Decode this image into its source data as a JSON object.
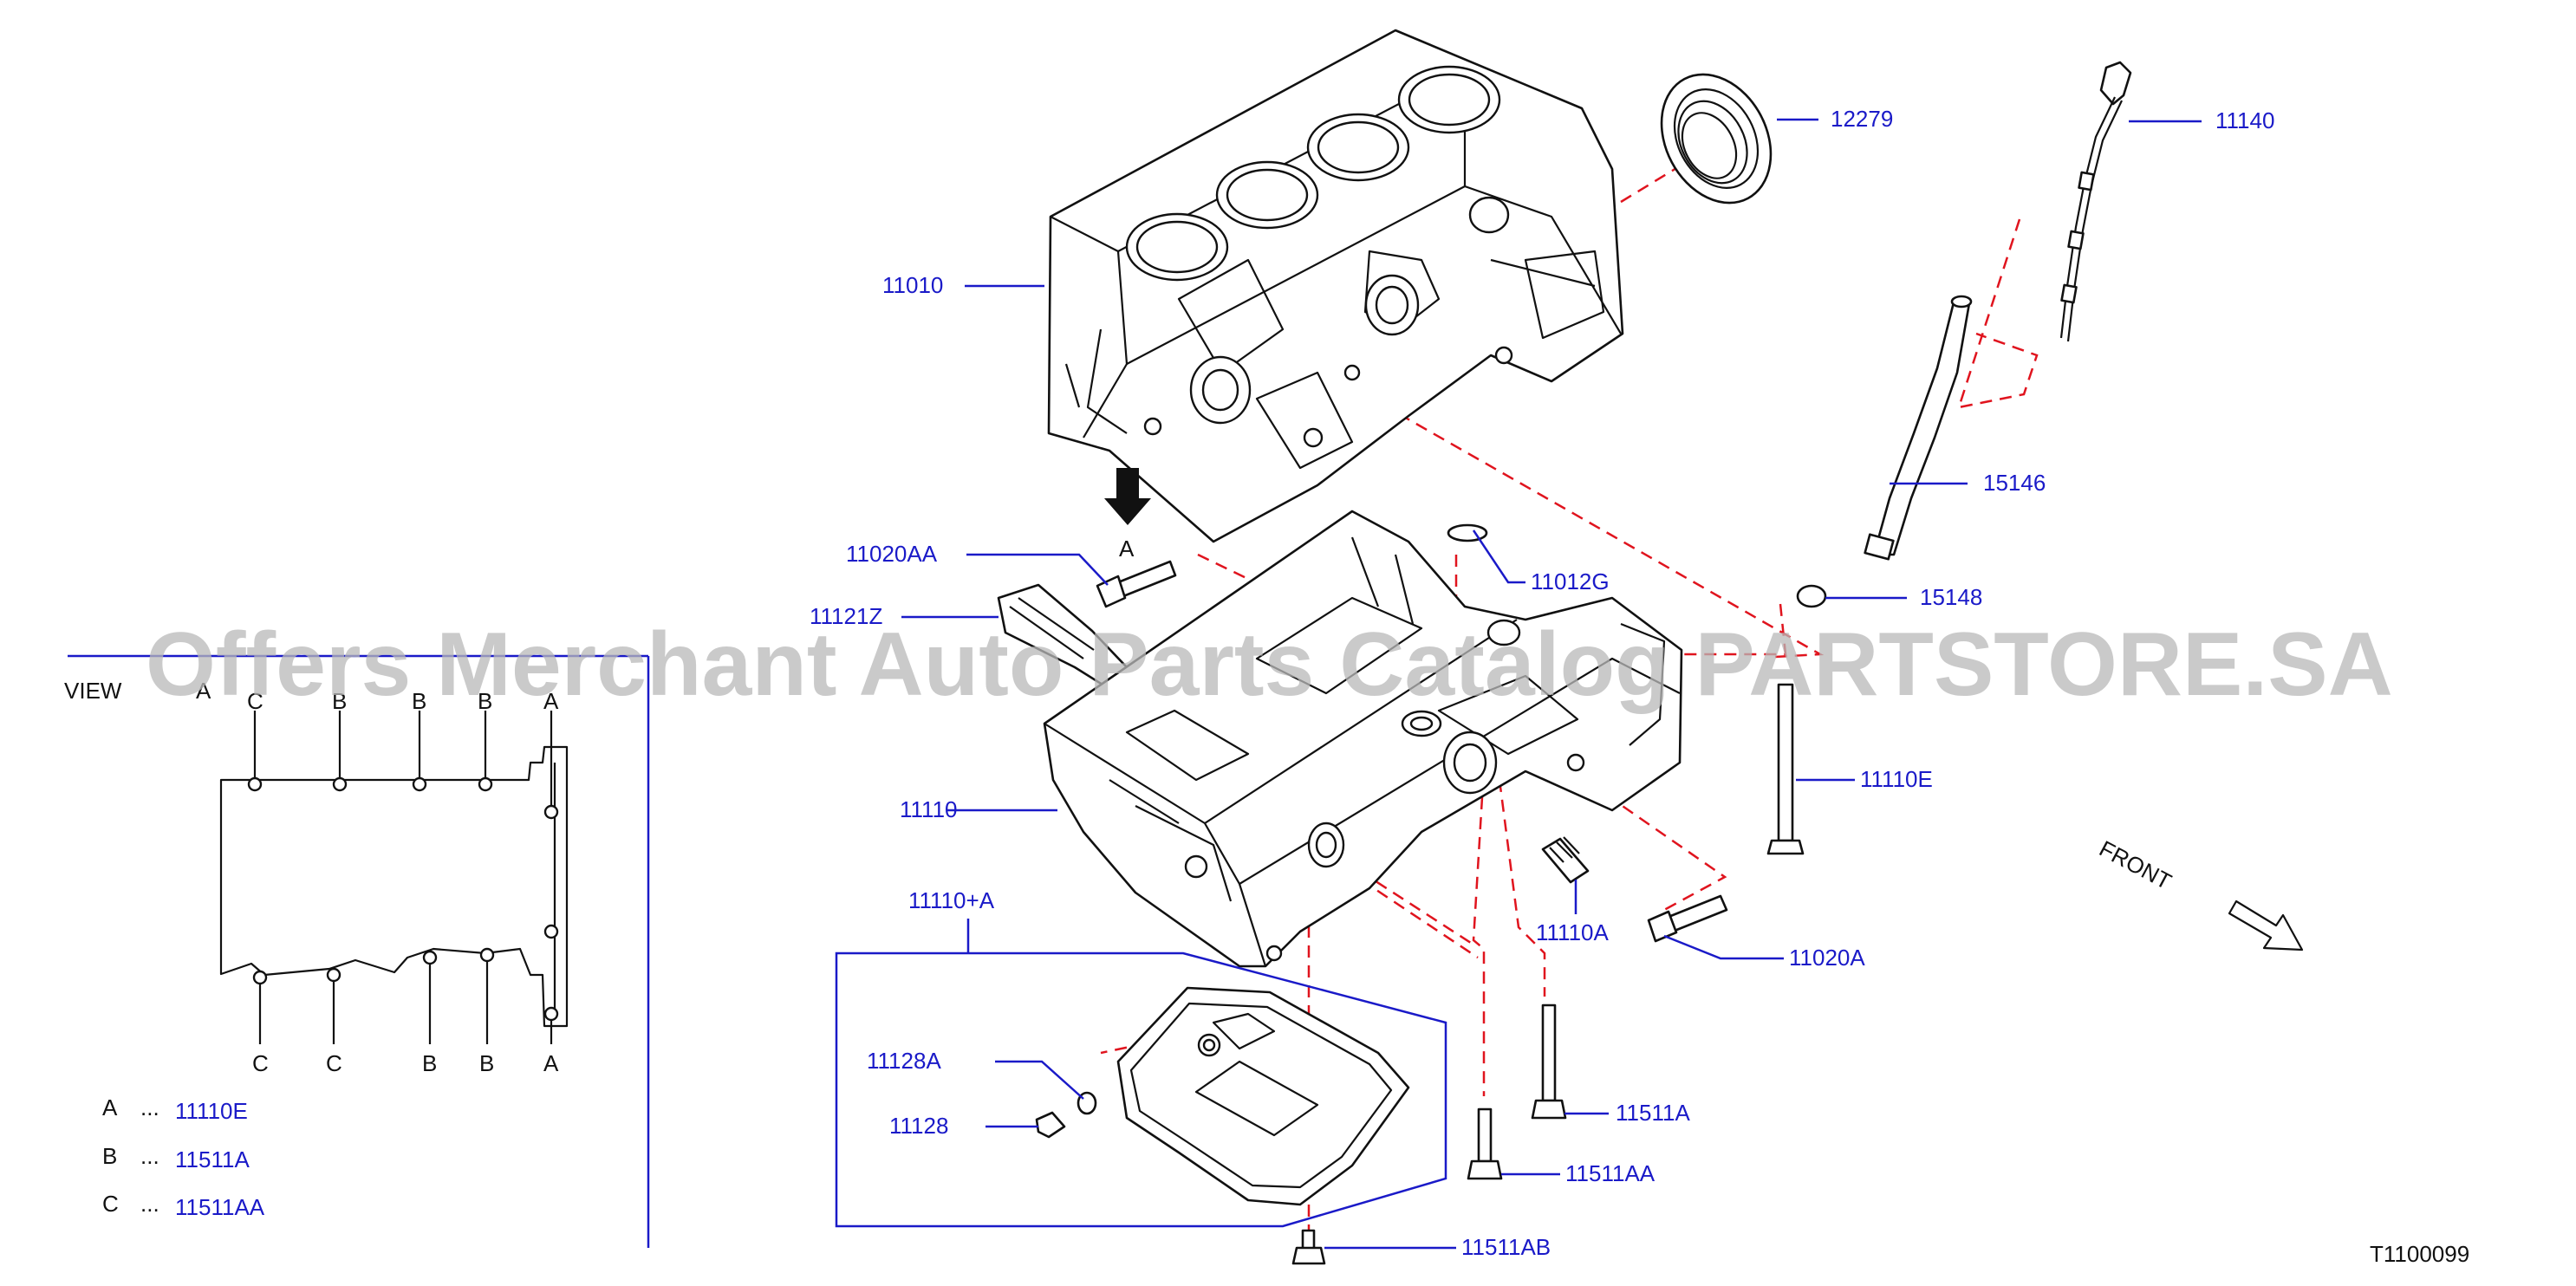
{
  "callouts": [
    {
      "id": "12279",
      "text": "12279"
    },
    {
      "id": "11140",
      "text": "11140"
    },
    {
      "id": "11010",
      "text": "11010"
    },
    {
      "id": "15146",
      "text": "15146"
    },
    {
      "id": "11020AA",
      "text": "11020AA"
    },
    {
      "id": "11012G",
      "text": "11012G"
    },
    {
      "id": "15148",
      "text": "15148"
    },
    {
      "id": "11121Z",
      "text": "11121Z"
    },
    {
      "id": "11110E",
      "text": "11110E"
    },
    {
      "id": "11110",
      "text": "11110"
    },
    {
      "id": "11110A",
      "text": "11110A"
    },
    {
      "id": "11020A",
      "text": "11020A"
    },
    {
      "id": "11110+A",
      "text": "11110+A"
    },
    {
      "id": "11128A",
      "text": "11128A"
    },
    {
      "id": "11128",
      "text": "11128"
    },
    {
      "id": "11511A",
      "text": "11511A"
    },
    {
      "id": "11511AA",
      "text": "11511AA"
    },
    {
      "id": "11511AB",
      "text": "11511AB"
    }
  ],
  "arrow_label": "A",
  "view": {
    "title": "VIEW",
    "letter": "A",
    "top_marks": [
      "C",
      "B",
      "B",
      "B",
      "A"
    ],
    "bottom_marks": [
      "C",
      "C",
      "B",
      "B",
      "A"
    ]
  },
  "legend": [
    {
      "key": "A",
      "dots": "...",
      "value": "11110E"
    },
    {
      "key": "B",
      "dots": "...",
      "value": "11511A"
    },
    {
      "key": "C",
      "dots": "...",
      "value": "11511AA"
    }
  ],
  "front_label": "FRONT",
  "figure_code": "T1100099",
  "watermark": "Offers Merchant Auto Parts Catalog PARTSTORE.SA",
  "colors": {
    "callout": "#1a1ac8",
    "hidden_line": "#e0141e",
    "line_art": "#111111",
    "watermark": "#b9b9b9"
  }
}
